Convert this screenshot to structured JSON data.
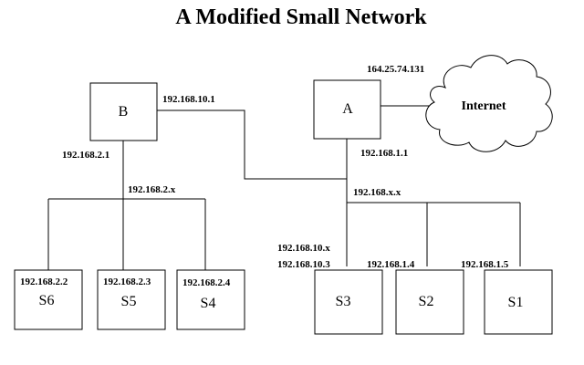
{
  "title": "A Modified Small Network",
  "internet": {
    "label": "Internet",
    "public_ip": "164.25.74.131"
  },
  "routers": {
    "a": {
      "label": "A",
      "lan_ip": "192.168.1.1"
    },
    "b": {
      "label": "B",
      "wan_ip": "192.168.10.1",
      "lan_ip": "192.168.2.1"
    }
  },
  "networks": {
    "b_subnet": "192.168.2.x",
    "a_subnet": "192.168.x.x",
    "s3_subnet": "192.168.10.x"
  },
  "hosts": {
    "s6": {
      "label": "S6",
      "ip": "192.168.2.2"
    },
    "s5": {
      "label": "S5",
      "ip": "192.168.2.3"
    },
    "s4": {
      "label": "S4",
      "ip": "192.168.2.4"
    },
    "s3": {
      "label": "S3",
      "ip": "192.168.10.3"
    },
    "s2": {
      "label": "S2",
      "ip": "192.168.1.4"
    },
    "s1": {
      "label": "S1",
      "ip": "192.168.1.5"
    }
  }
}
